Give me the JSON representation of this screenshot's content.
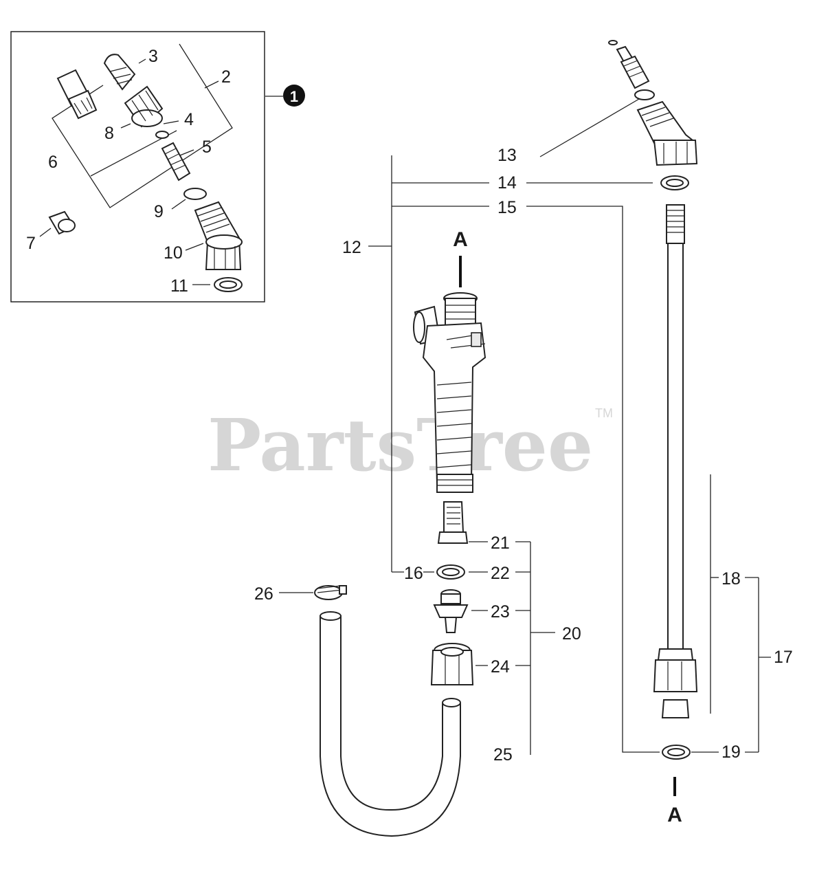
{
  "diagram": {
    "watermark": {
      "text": "PartsTree",
      "trademark": "TM"
    },
    "inset": {
      "callout": "1"
    },
    "labels": {
      "n2": "2",
      "n3": "3",
      "n4": "4",
      "n5": "5",
      "n6": "6",
      "n7": "7",
      "n8": "8",
      "n9": "9",
      "n10": "10",
      "n11": "11",
      "n12": "12",
      "n13": "13",
      "n14": "14",
      "n15": "15",
      "n16": "16",
      "n17": "17",
      "n18": "18",
      "n19": "19",
      "n20": "20",
      "n21": "21",
      "n22": "22",
      "n23": "23",
      "n24": "24",
      "n25": "25",
      "n26": "26"
    },
    "connector_top": "A",
    "connector_bottom": "A"
  }
}
